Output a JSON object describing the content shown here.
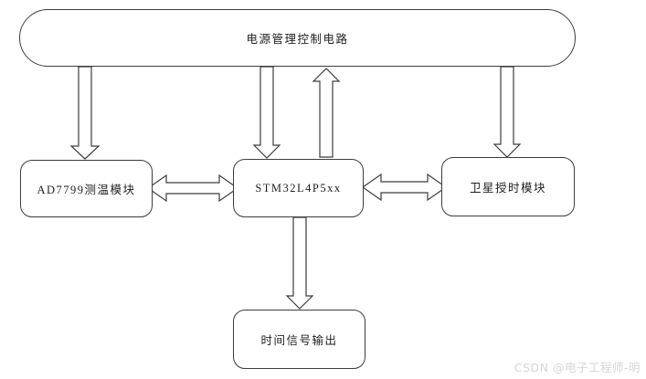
{
  "diagram": {
    "nodes": {
      "power": {
        "label": "电源管理控制电路",
        "shape": "stadium"
      },
      "ad7799": {
        "label": "AD7799测温模块",
        "shape": "rounded-rect"
      },
      "mcu": {
        "label": "STM32L4P5xx",
        "shape": "rounded-rect"
      },
      "satellite": {
        "label": "卫星授时模块",
        "shape": "rounded-rect"
      },
      "output": {
        "label": "时间信号输出",
        "shape": "rounded-rect"
      }
    },
    "edges": [
      {
        "from": "power",
        "to": "ad7799",
        "direction": "down"
      },
      {
        "from": "power",
        "to": "mcu",
        "direction": "down"
      },
      {
        "from": "mcu",
        "to": "power",
        "direction": "up"
      },
      {
        "from": "power",
        "to": "satellite",
        "direction": "down"
      },
      {
        "from": "ad7799",
        "to": "mcu",
        "direction": "bidirectional"
      },
      {
        "from": "mcu",
        "to": "satellite",
        "direction": "bidirectional"
      },
      {
        "from": "mcu",
        "to": "output",
        "direction": "down"
      }
    ],
    "colors": {
      "stroke": "#3d3d3d",
      "fill": "#ffffff",
      "text": "#1f1f1f",
      "watermark": "#d6d6d6"
    }
  },
  "watermark": {
    "text": "CSDN @电子工程师-明"
  }
}
